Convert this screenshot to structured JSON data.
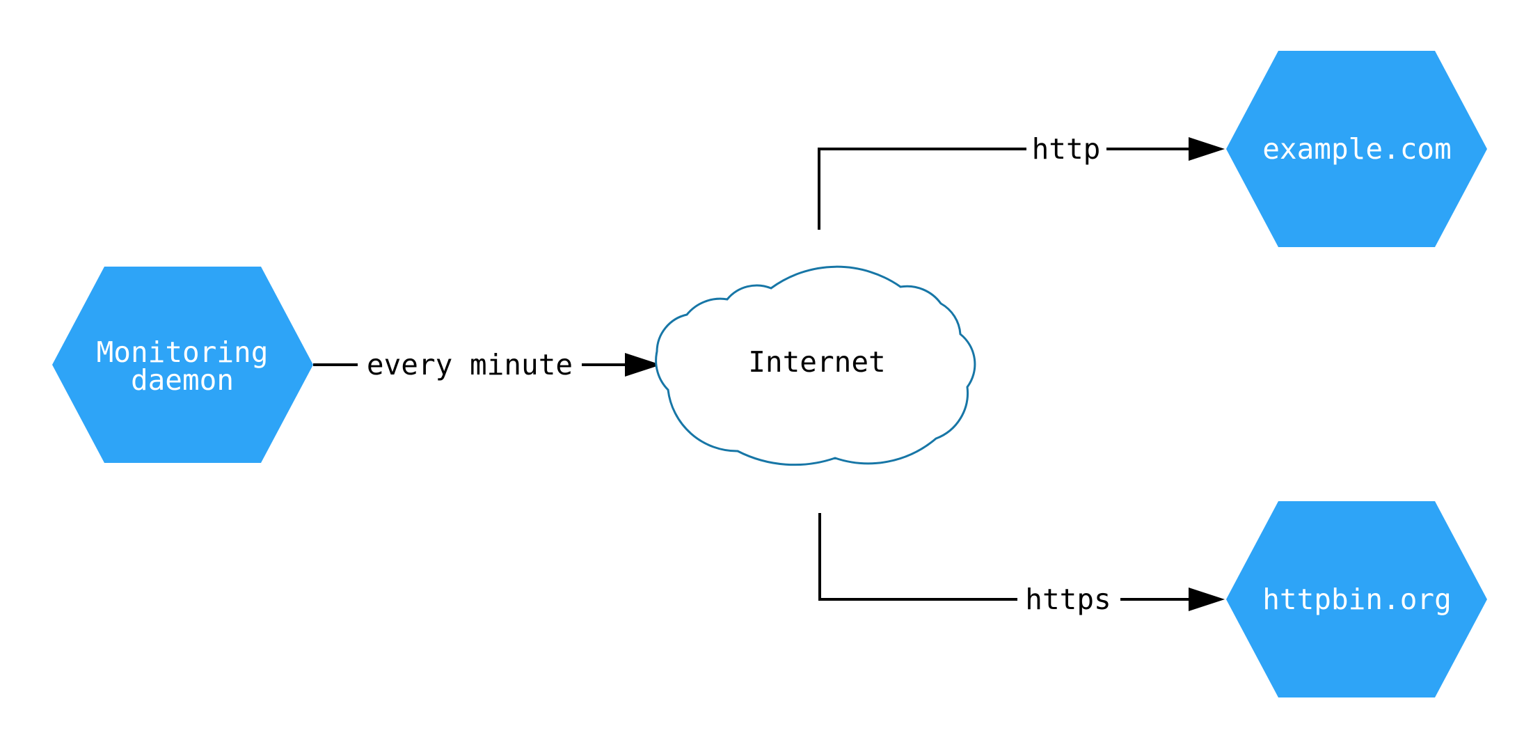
{
  "diagram": {
    "type": "network-monitoring-diagram",
    "colors": {
      "node_fill": "#2EA4F7",
      "node_text": "#FFFFFF",
      "cloud_stroke": "#1776A6",
      "cloud_fill": "#FFFFFF",
      "cloud_text": "#000000",
      "edge": "#000000",
      "edge_label_text": "#000000",
      "background": "#FFFFFF"
    },
    "nodes": {
      "monitoring_daemon": {
        "shape": "hexagon",
        "label_line1": "Monitoring",
        "label_line2": "daemon"
      },
      "internet": {
        "shape": "cloud",
        "label": "Internet"
      },
      "example_com": {
        "shape": "hexagon",
        "label": "example.com"
      },
      "httpbin_org": {
        "shape": "hexagon",
        "label": "httpbin.org"
      }
    },
    "edges": [
      {
        "from": "Monitoring daemon",
        "to": "Internet",
        "label": "every minute"
      },
      {
        "from": "Internet",
        "to": "example.com",
        "label": "http"
      },
      {
        "from": "Internet",
        "to": "httpbin.org",
        "label": "https"
      }
    ]
  }
}
